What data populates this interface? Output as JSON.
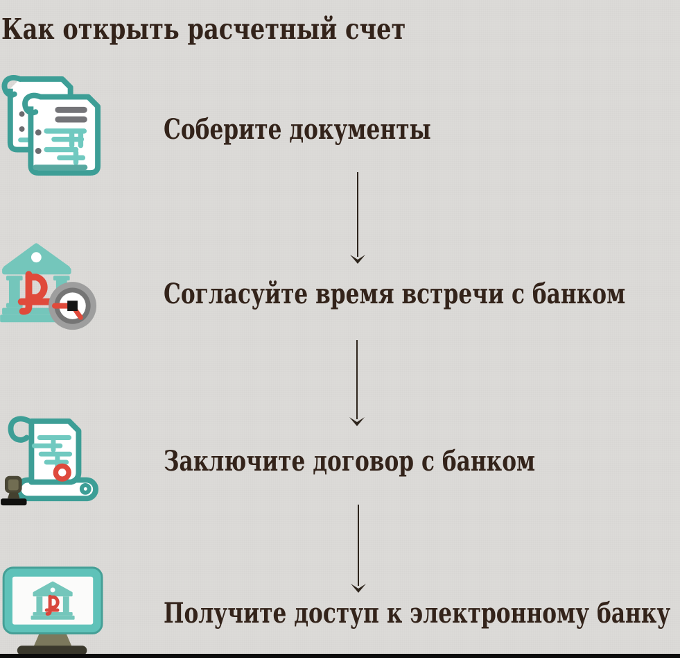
{
  "title": "Как открыть расчетный счет",
  "steps": [
    {
      "id": 1,
      "label": "Соберите документы",
      "icon": "documents-icon"
    },
    {
      "id": 2,
      "label": "Согласуйте время встречи с банком",
      "icon": "bank-clock-icon"
    },
    {
      "id": 3,
      "label": "Заключите договор с банком",
      "icon": "contract-stamp-icon"
    },
    {
      "id": 4,
      "label": "Получите доступ к электронному банку",
      "icon": "online-bank-monitor-icon"
    }
  ],
  "colors": {
    "background": "#dcdbd8",
    "text": "#33231a",
    "teal_outline": "#3d9e96",
    "teal_light": "#70c9c0",
    "teal_fill": "#74c6bb",
    "monitor_teal": "#5fc2b9",
    "accent_red": "#e04a3b",
    "gray_detail": "#747478",
    "clock_gray_outer": "#9e9e9e",
    "clock_gray_inner": "#757575",
    "stand_olive": "#7b785c",
    "dark": "#10100e",
    "arrow": "#2d241c"
  }
}
